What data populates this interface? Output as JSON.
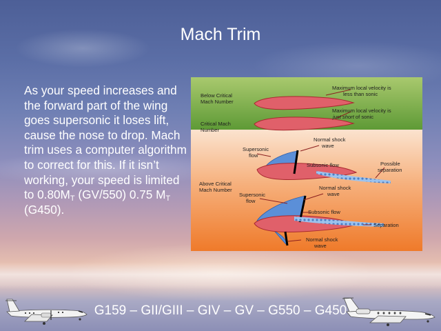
{
  "slide": {
    "title": "Mach Trim",
    "body": {
      "text_before_sub1": "As your speed increases and the forward part of the wing goes supersonic it loses lift, cause the nose to drop.  Mach trim uses a computer algorithm to correct for this.  If it isn’t working, your speed is limited to 0.80M",
      "sub1": "T",
      "text_between": " (GV/550) 0.75 M",
      "sub2": "T",
      "text_after": " (G450)."
    },
    "diagram": {
      "label_below_critical": [
        "Below Critical",
        "Mach Number"
      ],
      "label_critical": [
        "Critical Mach",
        "Number"
      ],
      "label_above_critical": [
        "Above Critical",
        "Mach Number"
      ],
      "label_max_less": [
        "Maximum local velocity is",
        "less than sonic"
      ],
      "label_max_short_line1": "Maximum local velocity is",
      "label_max_short_italic": "just short",
      "label_max_short_rest": " of sonic",
      "label_supersonic_flow_1": [
        "Supersonic",
        "flow"
      ],
      "label_normal_shock_1": [
        "Normal shock",
        "wave"
      ],
      "label_subsonic_flow_1": "Subsonic flow",
      "label_possible_separation": [
        "Possible",
        "separation"
      ],
      "label_supersonic_flow_2": [
        "Supersonic",
        "flow"
      ],
      "label_normal_shock_2": [
        "Normal shock",
        "wave"
      ],
      "label_subsonic_flow_2": "Subsonic flow",
      "label_separation": "Separation",
      "label_normal_shock_3": [
        "Normal shock",
        "wave"
      ],
      "colors": {
        "green_top": "#a9c96e",
        "green_bottom": "#5e9a36",
        "orange_top": "#fbe3cf",
        "orange_bottom": "#ef7a2a",
        "airfoil": "#e0606a",
        "airfoil_stroke": "#a8282e",
        "supersonic": "#5b8fd8",
        "separation": "#9cc3ee"
      }
    },
    "footer": "G159 – GII/GIII – GIV – GV – G550 – G450"
  }
}
